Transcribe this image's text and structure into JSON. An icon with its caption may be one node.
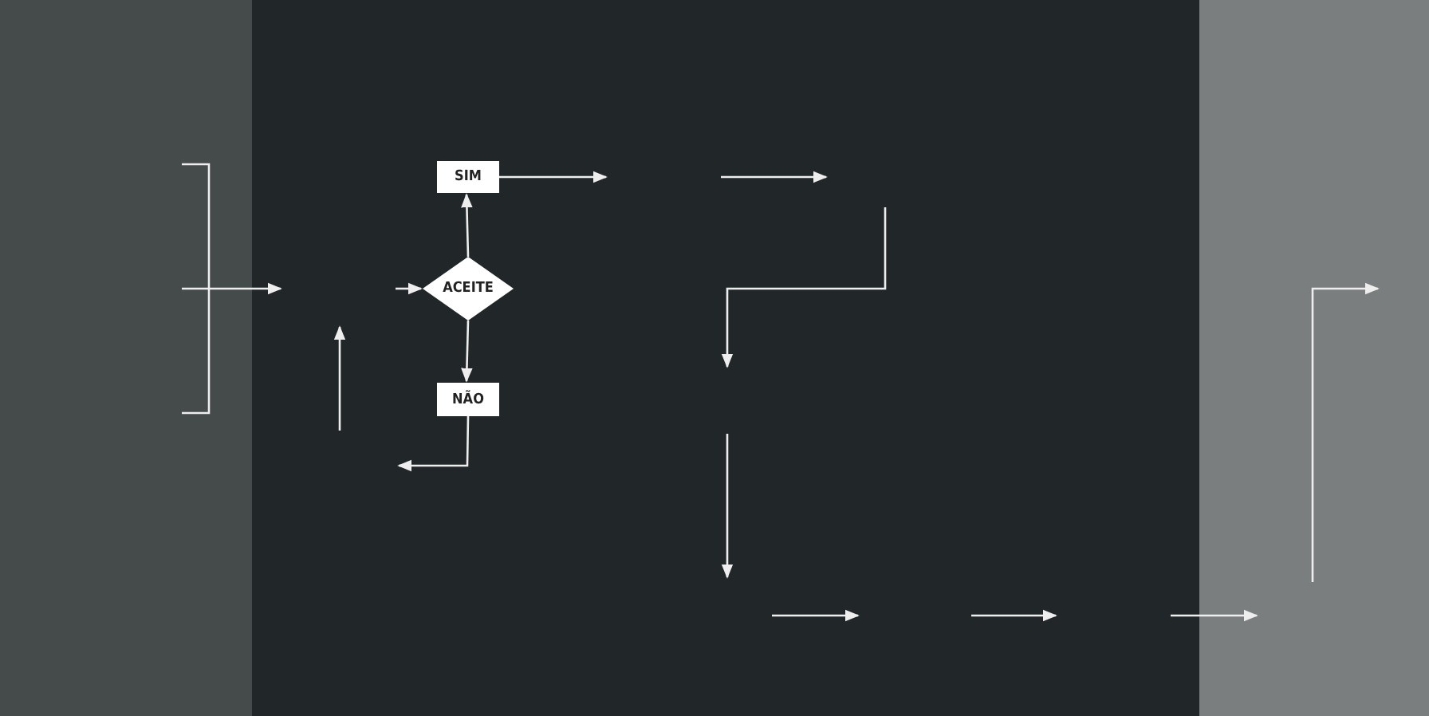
{
  "diagram": {
    "nodes": [
      {
        "text": [
          "SIM"
        ]
      },
      {
        "text": [
          "ACEITE"
        ]
      },
      {
        "text": [
          "NÃO"
        ]
      }
    ],
    "edges": [
      {
        "from": null,
        "to": 1,
        "arrow": "to"
      },
      {
        "from": 1,
        "to": 0,
        "arrow": "to"
      },
      {
        "from": 1,
        "to": 2,
        "arrow": "to"
      },
      {
        "from": 2,
        "to": null,
        "arrow": "to"
      },
      {
        "from": 0,
        "to": null,
        "arrow": "to"
      }
    ]
  }
}
